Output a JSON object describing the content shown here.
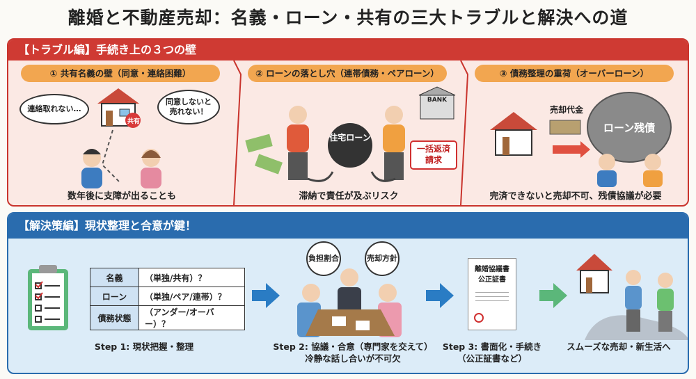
{
  "title": "離婚と不動産売却：名義・ローン・共有の三大トラブルと解決への道",
  "trouble": {
    "header": "【トラブル編】手続き上の３つの壁",
    "columns": [
      {
        "label": "① 共有名義の壁（同意・連絡困難）",
        "bubbles": [
          "連絡取れない…",
          "同意しないと売れない！"
        ],
        "badge": "共有",
        "caption": "数年後に支障が出ることも"
      },
      {
        "label": "② ローンの落とし穴（連帯債務・ペアローン）",
        "ball": "住宅ローン",
        "bank": "BANK",
        "demand": "一括返済請求",
        "caption": "滞納で責任が及ぶリスク"
      },
      {
        "label": "③ 債務整理の重荷（オーバーローン）",
        "proceeds": "売却代金",
        "boulder": "ローン残債",
        "caption": "完済できないと売却不可、残債協議が必要"
      }
    ]
  },
  "solution": {
    "header": "【解決策編】現状整理と合意が鍵！",
    "table": [
      {
        "key": "名義",
        "value": "（単独/共有）？"
      },
      {
        "key": "ローン",
        "value": "（単独/ペア/連帯）？"
      },
      {
        "key": "債務状態",
        "value": "（アンダー/オーバー）？"
      }
    ],
    "step1": "Step 1: 現状把握・整理",
    "bubbles": [
      "負担割合",
      "売却方針"
    ],
    "step2": [
      "Step 2: 協議・合意（専門家を交えて）",
      "冷静な話し合いが不可欠"
    ],
    "document": [
      "離婚協議書",
      "公正証書"
    ],
    "step3": [
      "Step 3: 書面化・手続き",
      "（公正証書など）"
    ],
    "final": "スムーズな売却・新生活へ",
    "colors": {
      "red": "#cf3a33",
      "blue": "#2a6cae",
      "orange": "#f2a650",
      "green": "#5bb77a"
    }
  }
}
